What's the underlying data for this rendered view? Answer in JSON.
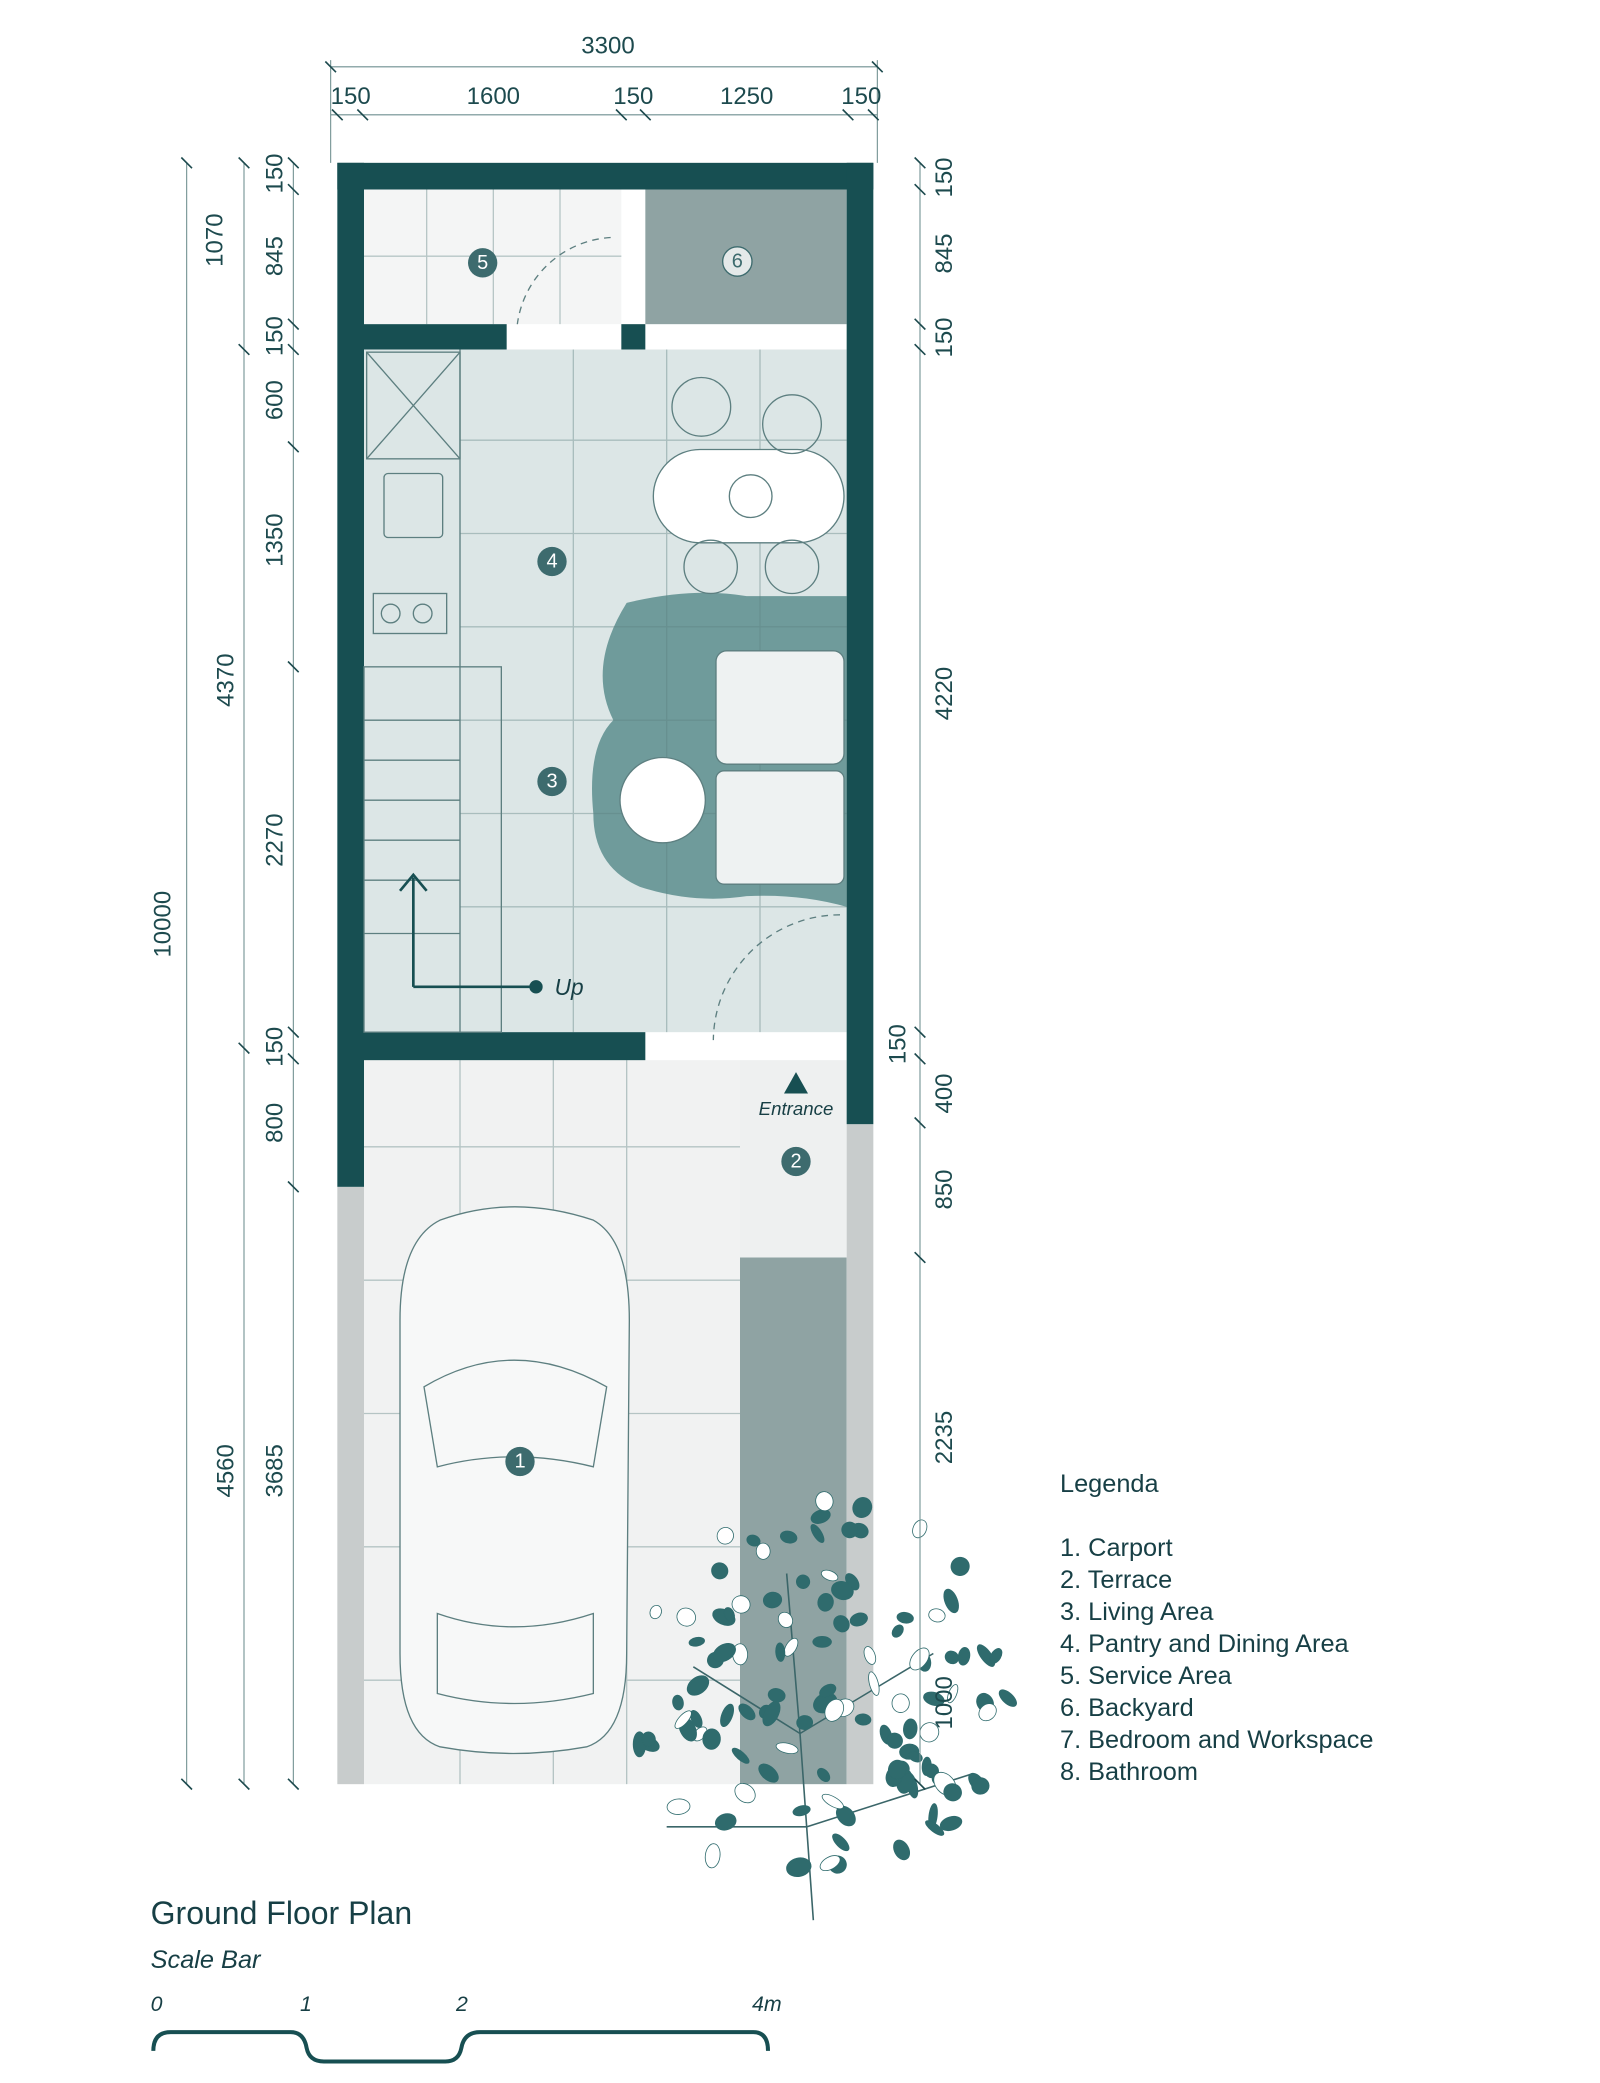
{
  "title": "Ground Floor Plan",
  "scale_bar": {
    "label": "Scale Bar",
    "ticks": [
      "0",
      "1",
      "2",
      "4m"
    ]
  },
  "legend": {
    "title": "Legenda",
    "items": [
      "1. Carport",
      "2. Terrace",
      "3. Living Area",
      "4. Pantry and Dining Area",
      "5. Service Area",
      "6. Backyard",
      "7. Bedroom and Workspace",
      "8. Bathroom"
    ]
  },
  "room_markers": [
    "1",
    "2",
    "3",
    "4",
    "5",
    "6"
  ],
  "annotations": {
    "stairs": "Up",
    "entrance": "Entrance"
  },
  "dimensions": {
    "top_total": "3300",
    "top": [
      "150",
      "1600",
      "150",
      "1250",
      "150"
    ],
    "left_outer": [
      "10000"
    ],
    "left_mid": [
      "1070",
      "4370",
      "4560"
    ],
    "left_inner": [
      "150",
      "845",
      "150",
      "600",
      "1350",
      "2270",
      "150",
      "800",
      "3685"
    ],
    "right": [
      "150",
      "845",
      "150",
      "4220",
      "150",
      "400",
      "850",
      "2235",
      "1000"
    ]
  },
  "colors": {
    "wall": "#174f52",
    "marker": "#3d6b6e",
    "floor": "#dce6e6",
    "rug": "#6f9b9b",
    "garden": "#8fa3a3"
  }
}
